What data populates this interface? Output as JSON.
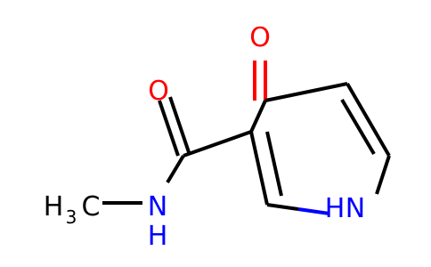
{
  "molecule": {
    "atoms": {
      "oxygen_ring": "O",
      "oxygen_amide": "O",
      "nitrogen_amide": "N",
      "hydrogen_amide": "H",
      "nitrogen_ring": "N",
      "hydrogen_ring": "H",
      "methyl_h": "H",
      "methyl_sub": "3",
      "methyl_c": "C"
    },
    "colors": {
      "bond": "#000000",
      "oxygen": "#ff0000",
      "nitrogen": "#0000ff",
      "carbon_hydrogen": "#000000"
    }
  }
}
